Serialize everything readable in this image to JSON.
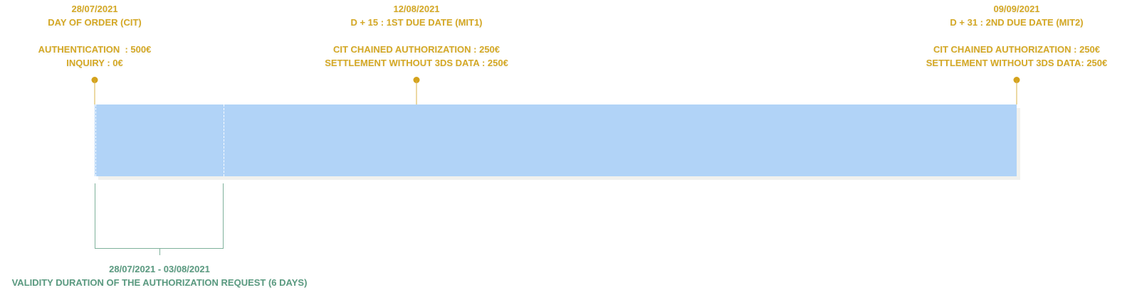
{
  "colors": {
    "milestone_text": "#D4A825",
    "milestone_marker": "#D4A21C",
    "timeline_bar": "#B1D3F7",
    "validity_text": "#5A9A80",
    "validity_bracket": "#7FB19B"
  },
  "milestones": [
    {
      "date": "28/07/2021",
      "title": "DAY OF ORDER (CIT)",
      "line1": "AUTHENTICATION  : 500€",
      "line2": "INQUIRY : 0€"
    },
    {
      "date": "12/08/2021",
      "title": "D + 15 : 1ST DUE DATE (MIT1)",
      "line1": "CIT CHAINED AUTHORIZATION : 250€",
      "line2": "SETTLEMENT WITHOUT 3DS DATA : 250€"
    },
    {
      "date": "09/09/2021",
      "title": "D + 31 : 2ND DUE DATE (MIT2)",
      "line1": "CIT CHAINED AUTHORIZATION : 250€",
      "line2": "SETTLEMENT WITHOUT 3DS DATA: 250€"
    }
  ],
  "validity": {
    "range": "28/07/2021 - 03/08/2021",
    "description": "VALIDITY DURATION OF THE AUTHORIZATION REQUEST (6 DAYS)"
  }
}
